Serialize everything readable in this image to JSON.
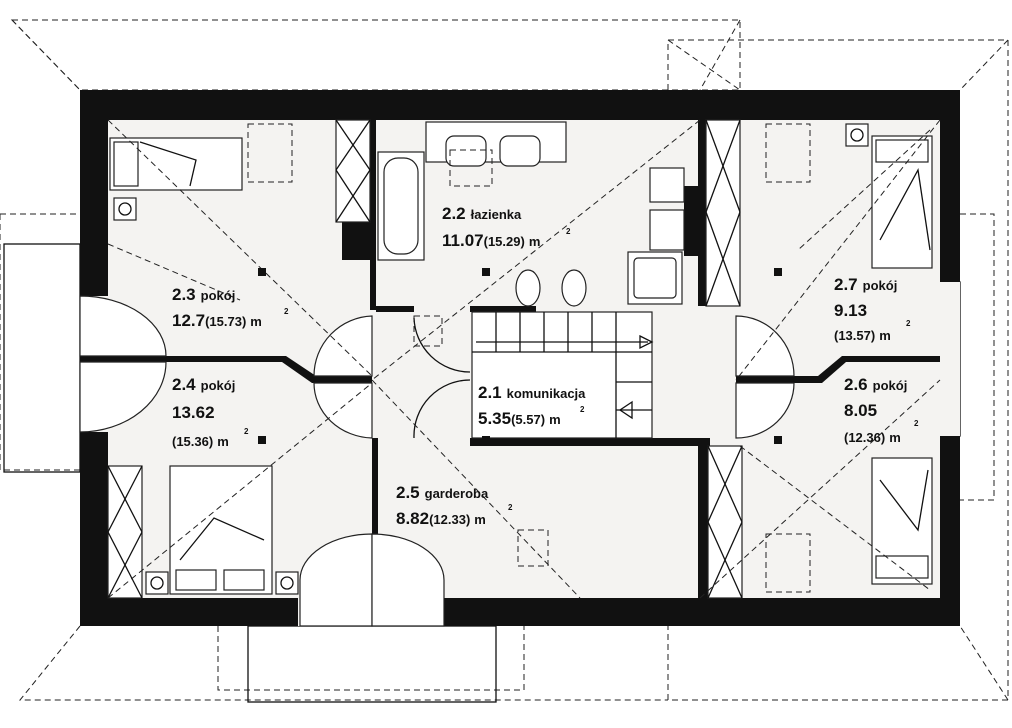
{
  "rooms": [
    {
      "num": "2.1",
      "name": "komunikacja",
      "area": "5.35",
      "gross": "(5.57)",
      "unit": "m",
      "sup": "2"
    },
    {
      "num": "2.2",
      "name": "łazienka",
      "area": "11.07",
      "gross": "(15.29)",
      "unit": "m",
      "sup": "2"
    },
    {
      "num": "2.3",
      "name": "pokój",
      "area": "12.7",
      "gross": "(15.73)",
      "unit": "m",
      "sup": "2"
    },
    {
      "num": "2.4",
      "name": "pokój",
      "area": "13.62",
      "gross": "(15.36)",
      "unit": "m",
      "sup": "2"
    },
    {
      "num": "2.5",
      "name": "garderoba",
      "area": "8.82",
      "gross": "(12.33)",
      "unit": "m",
      "sup": "2"
    },
    {
      "num": "2.6",
      "name": "pokój",
      "area": "8.05",
      "gross": "(12.36)",
      "unit": "m",
      "sup": "2"
    },
    {
      "num": "2.7",
      "name": "pokój",
      "area": "9.13",
      "gross": "(13.57)",
      "unit": "m",
      "sup": "2"
    }
  ]
}
